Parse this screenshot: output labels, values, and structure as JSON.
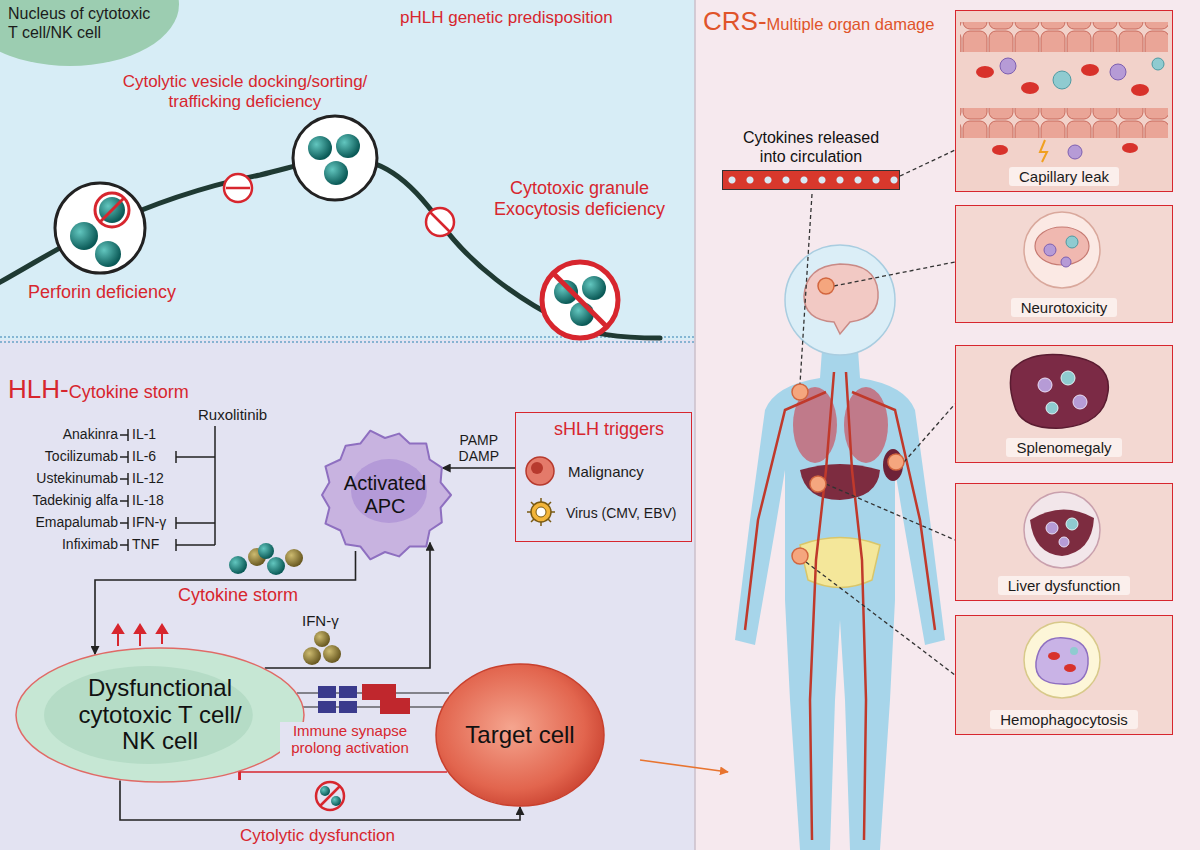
{
  "diagram": {
    "nodes": [
      {
        "text": [
          "pHLH genetic predisposition"
        ]
      },
      {
        "text": [
          "Nucleus of cytotoxic T cell/NK cell"
        ],
        "in": 0
      },
      {
        "text": [
          "HLH-",
          "Cytokine storm"
        ]
      },
      {
        "text": [
          "sHLH triggers",
          "Malignancy",
          "Virus (CMV, EBV)"
        ],
        "in": 2
      },
      {
        "text": [
          "Activated APC"
        ],
        "in": 2
      },
      {
        "text": [
          "Dysfunctional cytotoxic T cell/ NK cell"
        ],
        "in": 2
      },
      {
        "text": [
          "Target cell"
        ],
        "in": 2
      },
      {
        "text": [
          "CRS-",
          "Multiple organ damage"
        ]
      },
      {
        "text": [
          "Cytokines released into circulation"
        ],
        "in": 7
      },
      {
        "text": [
          "Capillary leak"
        ],
        "in": 7
      },
      {
        "text": [
          "Neurotoxicity"
        ],
        "in": 7
      },
      {
        "text": [
          "Splenomegaly"
        ],
        "in": 7
      },
      {
        "text": [
          "Liver dysfunction"
        ],
        "in": 7
      },
      {
        "text": [
          "Hemophagocytosis"
        ],
        "in": 7
      }
    ],
    "edges": [
      {
        "from": 3,
        "to": 4,
        "label": "PAMP DAMP",
        "arrow": "to"
      },
      {
        "from": 4,
        "to": 5,
        "arrow": "to"
      },
      {
        "from": 5,
        "to": 4,
        "label": "IFN-γ",
        "arrow": "to"
      },
      {
        "from": 5,
        "to": 6,
        "arrow": "to"
      },
      {
        "from": 6,
        "to": 5,
        "arrow": "to"
      },
      {
        "from": 2,
        "to": 7,
        "arrow": "to"
      }
    ],
    "labels": [
      "Cytolytic vesicle docking/sorting/ trafficking deficiency",
      "Perforin deficiency",
      "Cytotoxic granule Exocytosis deficiency",
      "Anakinra",
      "IL-1",
      "Tocilizumab",
      "IL-6",
      "Ustekinumab",
      "IL-12",
      "Tadekinig alfa",
      "IL-18",
      "Emapalumab",
      "IFN-γ",
      "Infiximab",
      "TNF",
      "Ruxolitinib",
      "Cytokine storm",
      "Immune synapse prolong activation",
      "Cytolytic dysfunction"
    ]
  }
}
